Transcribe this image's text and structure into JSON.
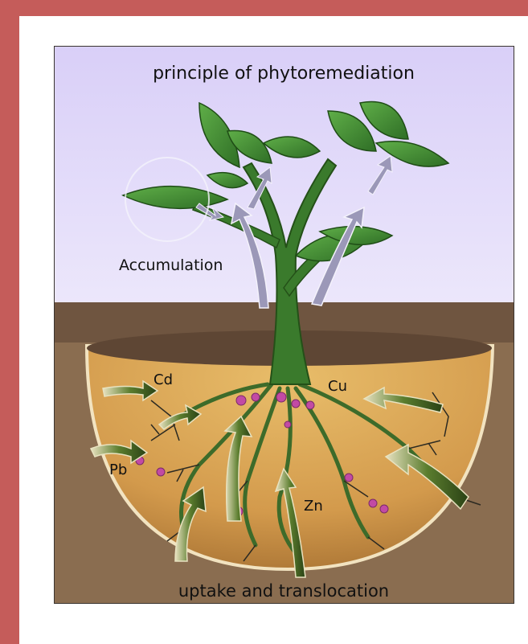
{
  "diagram": {
    "title": "principle of phytoremediation",
    "labels": {
      "accumulation": "Accumulation",
      "cd": "Cd",
      "cu": "Cu",
      "pb": "Pb",
      "zn": "Zn",
      "uptake": "uptake and translocation"
    },
    "colors": {
      "frame_border": "#c55c5a",
      "sky": "#e4ddfb",
      "soil_top": "#7a5f45",
      "bowl": "#d9a85a",
      "plant": "#3f8a32",
      "metal_particle": "#c24aa4"
    }
  }
}
